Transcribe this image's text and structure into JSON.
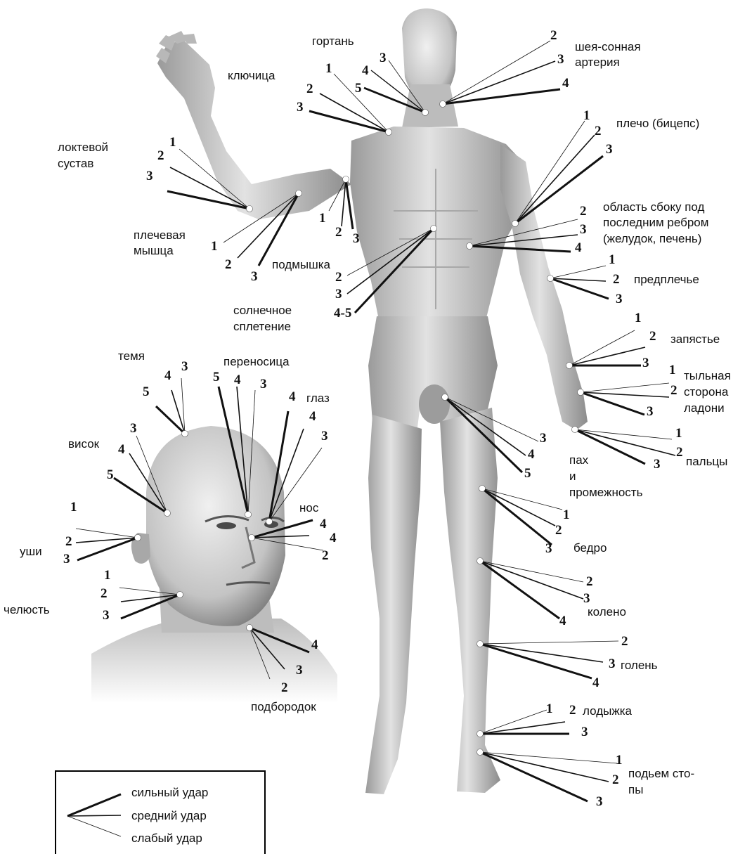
{
  "labels": {
    "gortan": "гортань",
    "sheya1": "шея-сонная",
    "sheya2": "артерия",
    "klyuchitsa": "ключица",
    "plecho": "плечо (бицепс)",
    "loktevoy1": "локтевой",
    "loktevoy2": "сустав",
    "oblast1": "область сбоку под",
    "oblast2": "последним ребром",
    "oblast3": "(желудок, печень)",
    "plechevaya1": "плечевая",
    "plechevaya2": "мышца",
    "podmyshka": "подмышка",
    "predplechye": "предплечье",
    "solnechnoe1": "солнечное",
    "solnechnoe2": "сплетение",
    "zapyastye": "запястье",
    "tylnaya1": "тыльная",
    "tylnaya2": "сторона",
    "tylnaya3": "ладони",
    "temya": "темя",
    "perenositsa": "переносица",
    "glaz": "глаз",
    "visok": "висок",
    "paltsy": "пальцы",
    "pah1": "пах",
    "pah2": "и",
    "pah3": "промежность",
    "nos": "нос",
    "ushi": "уши",
    "bedro": "бедро",
    "chelyust": "челюсть",
    "koleno": "колено",
    "golen": "голень",
    "podborodok": "подбородок",
    "lodyzhka": "лодыжка",
    "podyem1": "подьем сто-",
    "podyem2": "пы"
  },
  "legend": {
    "strong": "сильный удар",
    "medium": "средний удар",
    "weak": "слабый удар"
  }
}
